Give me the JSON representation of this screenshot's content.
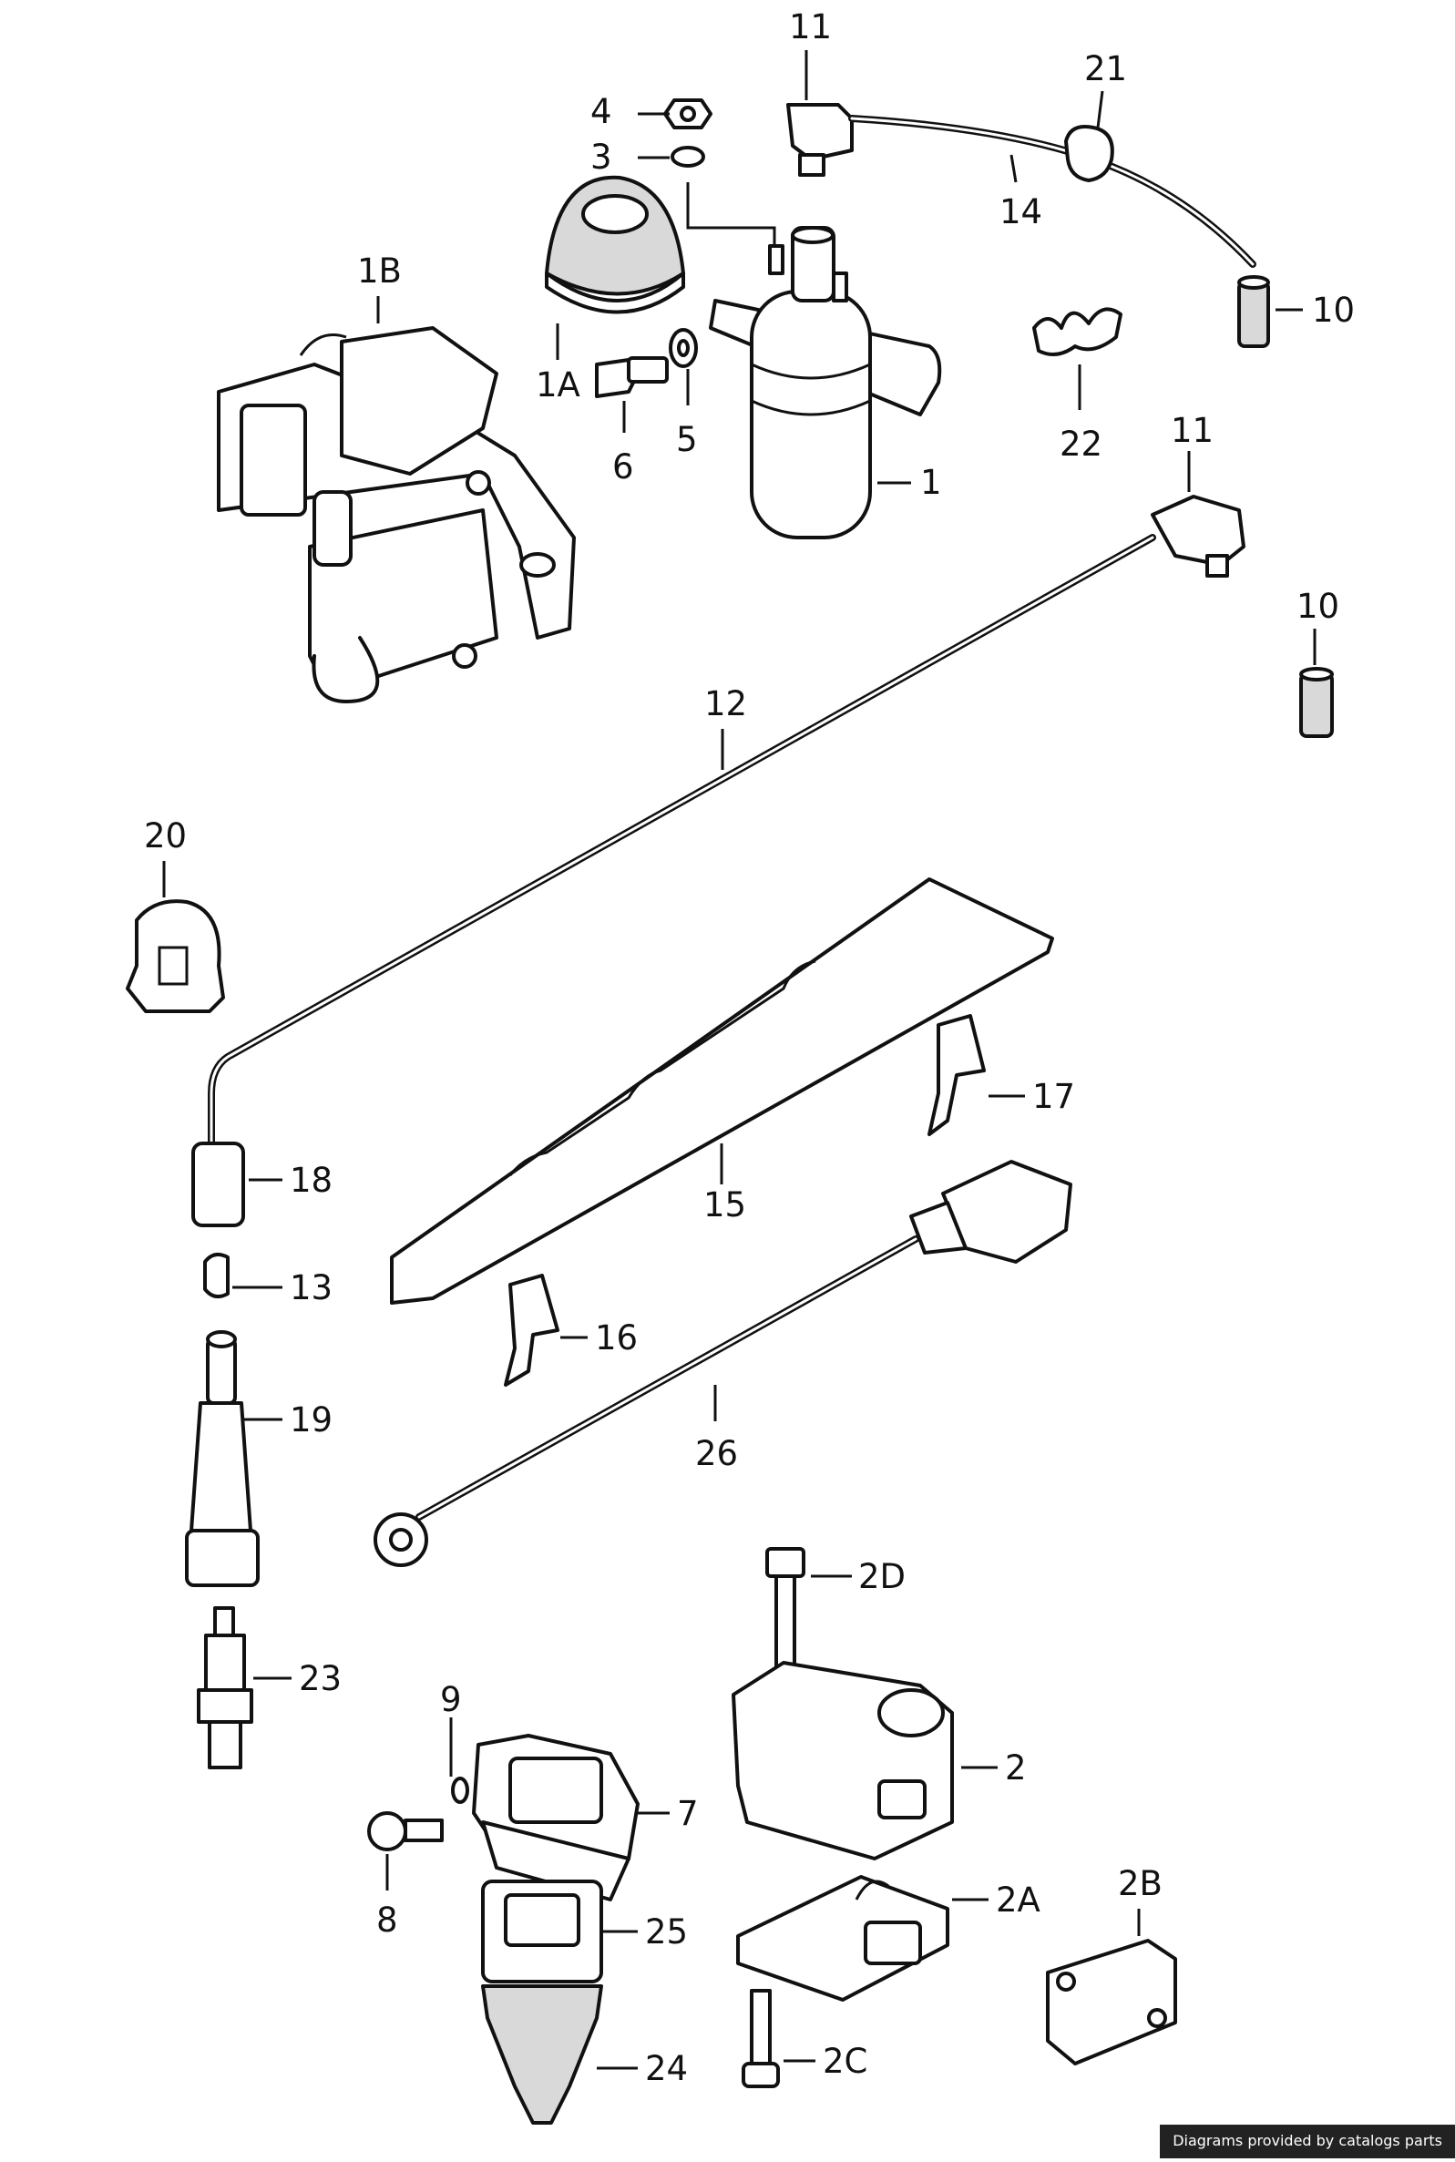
{
  "credit": "Diagrams provided by catalogs parts",
  "callouts": {
    "c1": "1",
    "c1A": "1A",
    "c1B": "1B",
    "c2": "2",
    "c2A": "2A",
    "c2B": "2B",
    "c2C": "2C",
    "c2D": "2D",
    "c3": "3",
    "c4": "4",
    "c5": "5",
    "c6": "6",
    "c7": "7",
    "c8": "8",
    "c9": "9",
    "c10a": "10",
    "c10b": "10",
    "c11a": "11",
    "c11b": "11",
    "c12": "12",
    "c13": "13",
    "c14": "14",
    "c15": "15",
    "c16": "16",
    "c17": "17",
    "c18": "18",
    "c19": "19",
    "c20": "20",
    "c21": "21",
    "c22": "22",
    "c23": "23",
    "c24": "24",
    "c25": "25",
    "c26": "26"
  }
}
